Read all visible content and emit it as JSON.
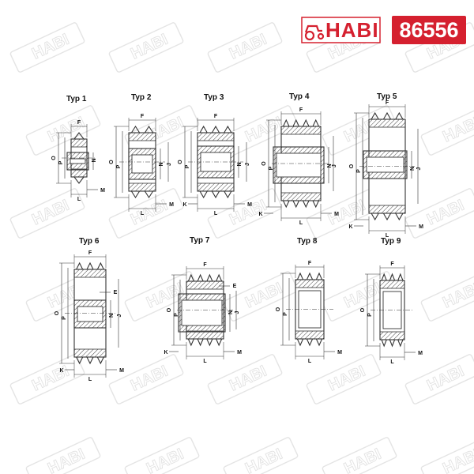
{
  "brand": {
    "name": "HABI",
    "product_code": "86556",
    "color": "#d5202f"
  },
  "dimension_letters": [
    "F",
    "O",
    "P",
    "N",
    "J",
    "K",
    "L",
    "M",
    "E"
  ],
  "pulley_types": [
    {
      "label": "Typ 1",
      "letters": [
        "F",
        "O",
        "P",
        "N",
        "L",
        "M"
      ]
    },
    {
      "label": "Typ 2",
      "letters": [
        "F",
        "O",
        "P",
        "N",
        "J",
        "L",
        "M"
      ]
    },
    {
      "label": "Typ 3",
      "letters": [
        "F",
        "O",
        "P",
        "N",
        "J",
        "K",
        "L",
        "M"
      ]
    },
    {
      "label": "Typ 4",
      "letters": [
        "F",
        "O",
        "P",
        "N",
        "J",
        "K",
        "L",
        "M"
      ]
    },
    {
      "label": "Typ 5",
      "letters": [
        "F",
        "O",
        "P",
        "N",
        "J",
        "K",
        "L",
        "M"
      ]
    },
    {
      "label": "Typ 6",
      "letters": [
        "F",
        "O",
        "P",
        "E",
        "N",
        "J",
        "K",
        "L",
        "M"
      ]
    },
    {
      "label": "Typ 7",
      "letters": [
        "F",
        "O",
        "P",
        "E",
        "N",
        "J",
        "K",
        "L",
        "M"
      ]
    },
    {
      "label": "Typ 8",
      "letters": [
        "F",
        "O",
        "P",
        "L",
        "M"
      ]
    },
    {
      "label": "Typ 9",
      "letters": [
        "F",
        "O",
        "P",
        "L",
        "M"
      ]
    }
  ]
}
